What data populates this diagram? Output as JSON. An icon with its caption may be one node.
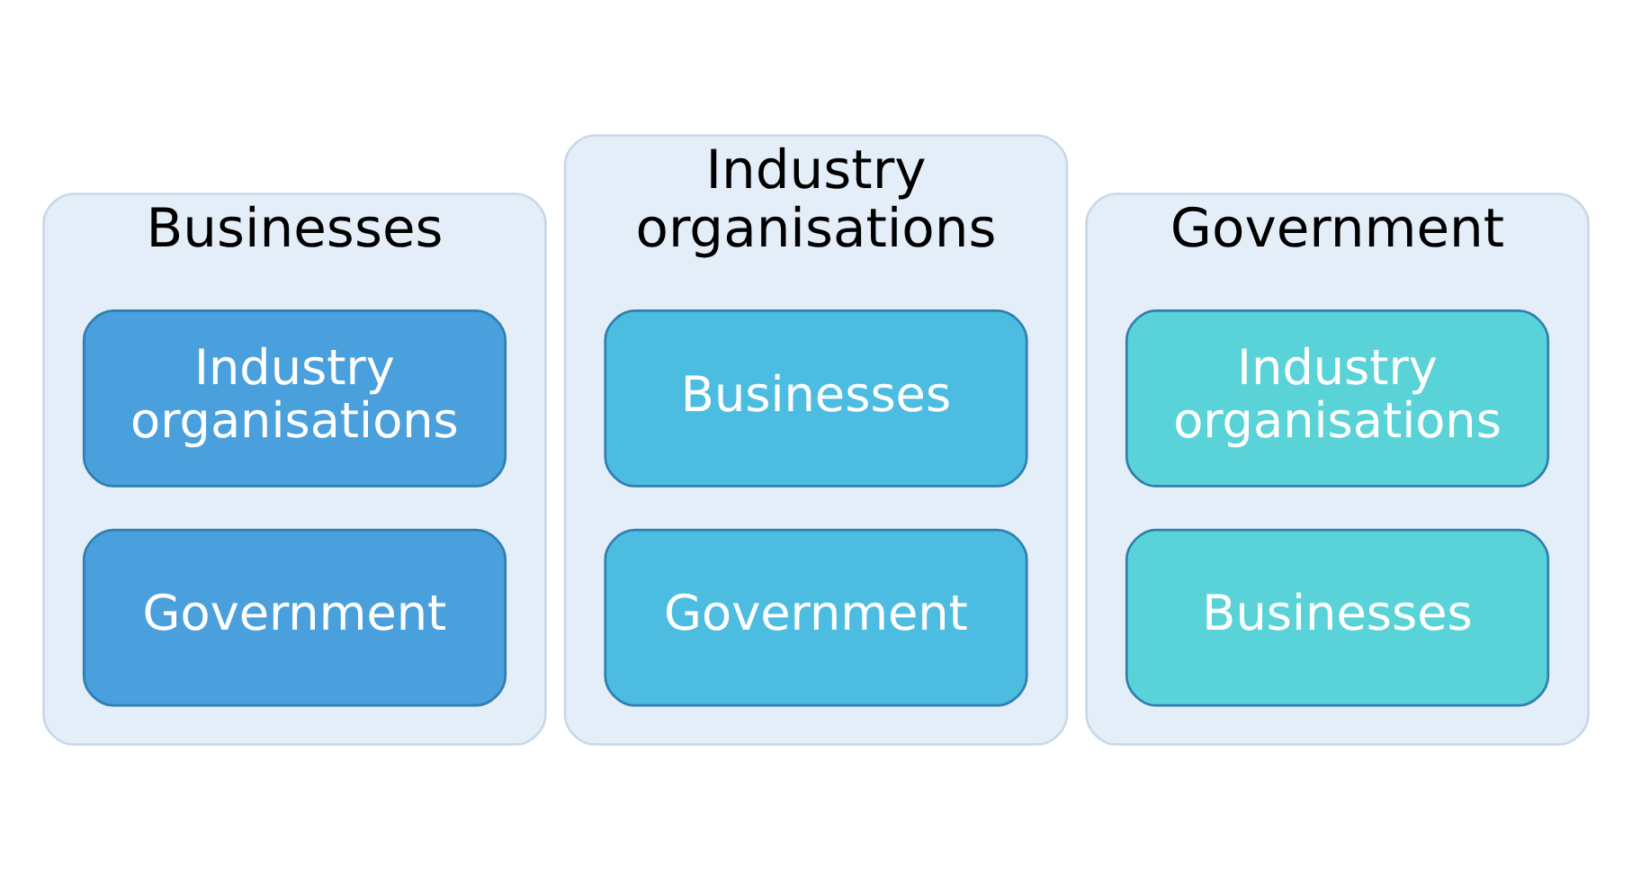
{
  "diagram": {
    "nodes": [
      {
        "text": [
          "Businesses"
        ]
      },
      {
        "text": [
          "Industry organisations"
        ],
        "in": 0
      },
      {
        "text": [
          "Government"
        ],
        "in": 0
      },
      {
        "text": [
          "Industry organisations"
        ]
      },
      {
        "text": [
          "Businesses"
        ],
        "in": 3
      },
      {
        "text": [
          "Government"
        ],
        "in": 3
      },
      {
        "text": [
          "Government"
        ]
      },
      {
        "text": [
          "Industry organisations"
        ],
        "in": 6
      },
      {
        "text": [
          "Businesses"
        ],
        "in": 6
      }
    ]
  }
}
